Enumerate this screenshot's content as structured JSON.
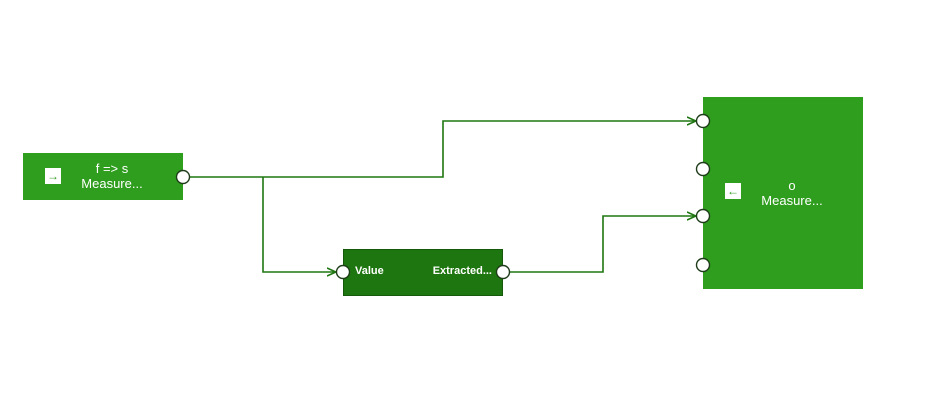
{
  "colors": {
    "node_green": "#2f9d1e",
    "node_dark_green": "#1e7610",
    "edge": "#1e7610",
    "port_fill": "#ffffff"
  },
  "nodes": {
    "input": {
      "icon": "arrow-right-into-box-icon",
      "line1": "f => s",
      "line2": "Measure..."
    },
    "value": {
      "in_label": "Value",
      "out_label": "Extracted..."
    },
    "output": {
      "icon": "arrow-left-into-box-icon",
      "line1": "o",
      "line2": "Measure..."
    }
  }
}
